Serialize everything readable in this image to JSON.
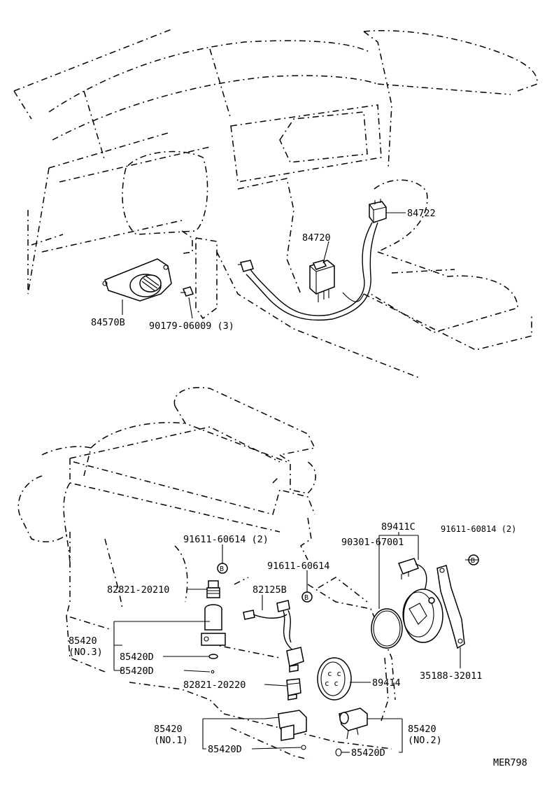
{
  "diagram": {
    "drawing_code": "MER798",
    "upper_assembly": {
      "labels": {
        "p84722": "84722",
        "p84720": "84720",
        "p84570B": "84570B",
        "p90179": "90179-06009 (3)"
      }
    },
    "lower_assembly": {
      "labels": {
        "p91611_60614_2": "91611-60614 (2)",
        "p91611_60614": "91611-60614",
        "p89411C": "89411C",
        "p91611_60814": "91611-60814 (2)",
        "p90301": "90301-67001",
        "p82821_20210": "82821-20210",
        "p82125B": "82125B",
        "p85420_no3": "85420",
        "p85420_no3_sub": "(NO.3)",
        "p85420D_a": "85420D",
        "p85420D_b": "85420D",
        "p82821_20220": "82821-20220",
        "p89414": "89414",
        "p35188": "35188-32011",
        "p85420_no1": "85420",
        "p85420_no1_sub": "(NO.1)",
        "p85420D_c": "85420D",
        "p85420_no2": "85420",
        "p85420_no2_sub": "(NO.2)",
        "p85420D_d": "85420D"
      },
      "markers": {
        "b1": "B",
        "b2": "B",
        "b3": "B"
      }
    }
  }
}
